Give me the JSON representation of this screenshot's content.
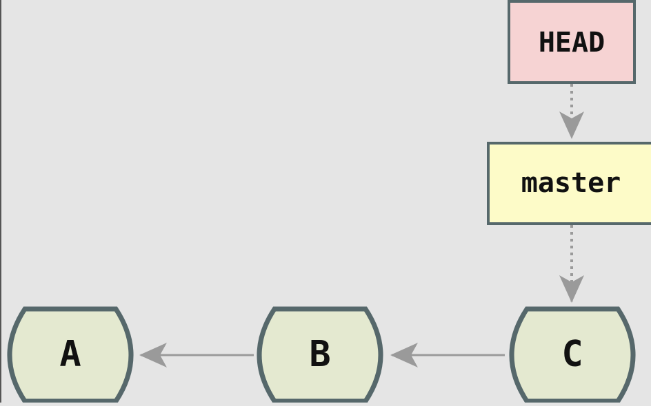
{
  "diagram": {
    "refs": {
      "head": {
        "label": "HEAD",
        "fill": "#f6d3d3"
      },
      "branch": {
        "label": "master",
        "fill": "#fdfbc8"
      }
    },
    "commits": [
      {
        "id": "a",
        "label": "A"
      },
      {
        "id": "b",
        "label": "B"
      },
      {
        "id": "c",
        "label": "C"
      }
    ],
    "colors": {
      "background": "#e5e5e5",
      "commit_fill": "#e4e9d0",
      "stroke": "#56686b",
      "arrow": "#9a9a9a"
    }
  }
}
